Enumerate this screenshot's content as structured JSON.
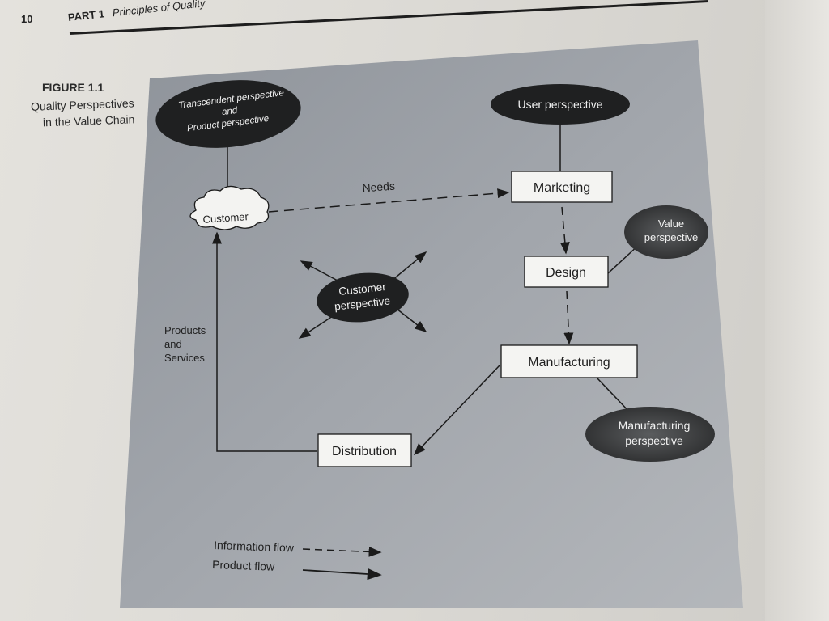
{
  "header": {
    "page_number": "10",
    "part": "PART 1",
    "part_title": "Principles of Quality"
  },
  "figure": {
    "label": "FIGURE 1.1",
    "caption_line1": "Quality Perspectives",
    "caption_line2": "in the Value Chain"
  },
  "diagram": {
    "transcendent_line1": "Transcendent perspective",
    "transcendent_line2": "and",
    "transcendent_line3": "Product perspective",
    "user_perspective": "User perspective",
    "customer": "Customer",
    "needs": "Needs",
    "marketing": "Marketing",
    "value_line1": "Value",
    "value_line2": "perspective",
    "design": "Design",
    "customer_persp_line1": "Customer",
    "customer_persp_line2": "perspective",
    "products_line1": "Products",
    "products_line2": "and",
    "products_line3": "Services",
    "manufacturing": "Manufacturing",
    "manufacturing_persp_line1": "Manufacturing",
    "manufacturing_persp_line2": "perspective",
    "distribution": "Distribution"
  },
  "legend": {
    "information_flow": "Information flow",
    "product_flow": "Product flow"
  },
  "colors": {
    "panel": "#9a9fa6",
    "dark_oval": "#1f2021",
    "box_fill": "#f4f4f2"
  }
}
